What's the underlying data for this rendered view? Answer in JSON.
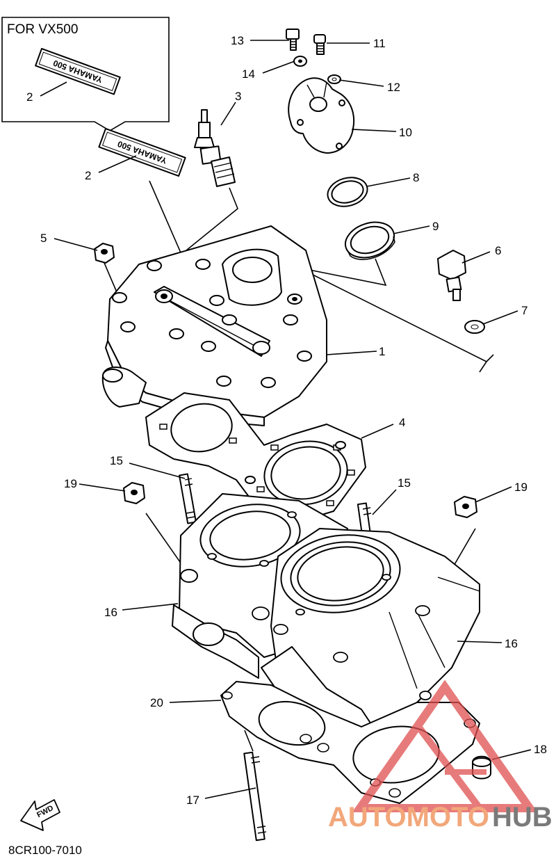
{
  "inset": {
    "title": "FOR VX500",
    "decal_text": "YAMAHA 500"
  },
  "decal_main_text": "YAMAHA 500",
  "callouts": {
    "c1": "1",
    "c2a": "2",
    "c2b": "2",
    "c3": "3",
    "c4": "4",
    "c5": "5",
    "c6": "6",
    "c7": "7",
    "c8": "8",
    "c9": "9",
    "c10": "10",
    "c11": "11",
    "c12": "12",
    "c13": "13",
    "c14": "14",
    "c15a": "15",
    "c15b": "15",
    "c16a": "16",
    "c16b": "16",
    "c17": "17",
    "c18": "18",
    "c19a": "19",
    "c19b": "19",
    "c20": "20"
  },
  "fwd_label": "FWD",
  "diagram_code": "8CR100-7010",
  "watermark": {
    "part1": "AUTOMOTO",
    "part2": "HUB",
    "color1": "#f2a77a",
    "color2": "#7a7a7a",
    "triangle_color": "#e05050"
  }
}
